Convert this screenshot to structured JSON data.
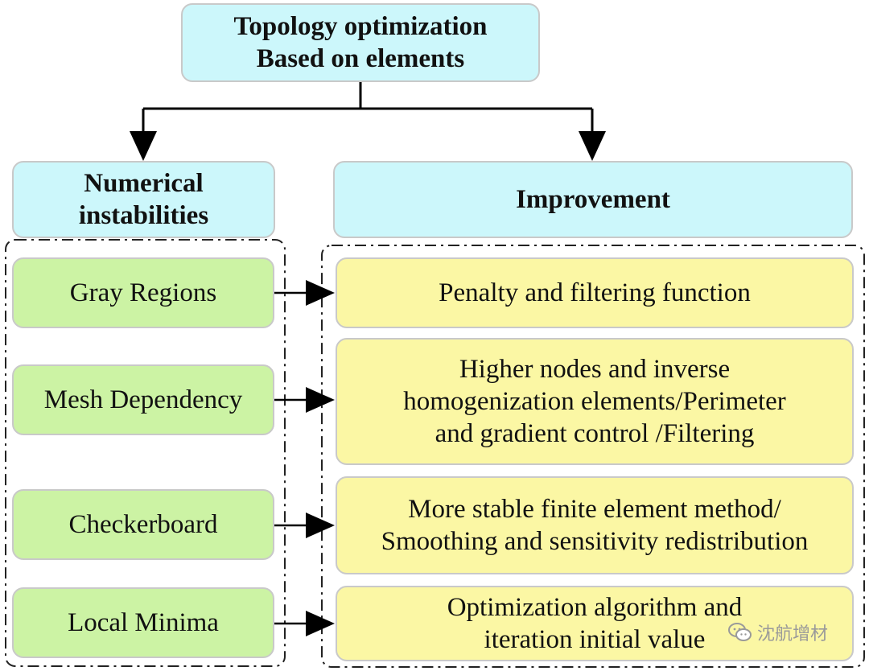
{
  "root": {
    "text": "Topology optimization\nBased on elements"
  },
  "left_header": {
    "text": "Numerical\ninstabilities"
  },
  "right_header": {
    "text": "Improvement"
  },
  "instabilities": [
    {
      "label": "Gray Regions"
    },
    {
      "label": "Mesh Dependency"
    },
    {
      "label": "Checkerboard"
    },
    {
      "label": "Local Minima"
    }
  ],
  "improvements": [
    {
      "text": "Penalty and filtering function"
    },
    {
      "text": "Higher nodes and inverse\nhomogenization elements/Perimeter\nand gradient control /Filtering"
    },
    {
      "text": "More stable finite element method/\nSmoothing and sensitivity redistribution"
    },
    {
      "text": "Optimization algorithm and\niteration initial value"
    }
  ],
  "watermark": {
    "text": "沈航增材",
    "icon": "wechat-icon"
  },
  "colors": {
    "header_fill": "#ccf7fb",
    "instability_fill": "#ccf3a4",
    "improvement_fill": "#fbf7a4"
  }
}
